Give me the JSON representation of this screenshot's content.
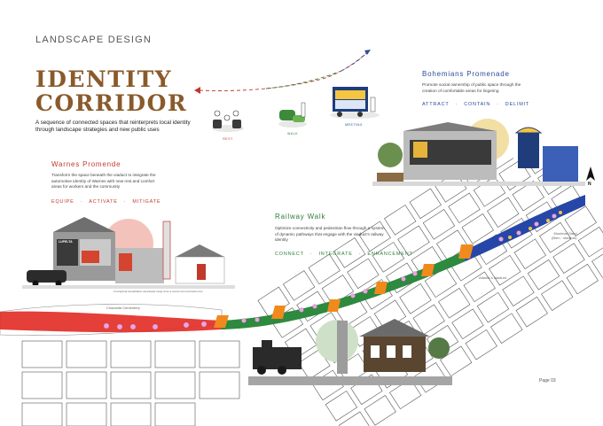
{
  "header": {
    "label": "LANDSCAPE DESIGN"
  },
  "title": {
    "line1": "IDENTITY",
    "line2": "CORRIDOR"
  },
  "subtitle": "A sequence of connected spaces that reinterprets local identity through landscape strategies and new public uses",
  "legend": {
    "rest": "REST",
    "walk": "WALK",
    "meeting": "MEETING"
  },
  "sections": {
    "bohemians": {
      "title": "Bohemians Promenade",
      "desc": "Promote social ownership of public space through the creation of comfortable areas for lingering",
      "keywords": [
        "ATTRACT",
        "CONTAIN",
        "DELIMIT"
      ]
    },
    "warnes": {
      "title": "Warnes Promende",
      "desc": "Transform the space beneath the viaduct to integrate the automotive identity of Warnes with new rest and comfort areas for workers and the community",
      "keywords": [
        "EQUIPE",
        "ACTIVATE",
        "MITIGATE"
      ]
    },
    "railway": {
      "title": "Railway Walk",
      "desc": "Optimize connectivity and pedestrian flow through a system of dynamic pathways that engage with the viaduct's railway identity",
      "keywords": [
        "CONNECT",
        "INTEGRATE",
        "ENHANCEMENT"
      ]
    }
  },
  "map_labels": {
    "chacarita": "Chacarita Cementery",
    "atlanta": "Atlanta´s stadium",
    "monimar_1": "Monimar Sand",
    "monimar_2": "(Bmn · stadium)"
  },
  "caption": "Conceptual visualization developed using AI as a visual communication tool",
  "signage": {
    "shop": "LUPELTA"
  },
  "page": "Page 03",
  "compass": "N",
  "colors": {
    "title": "#8a5a2b",
    "red": "#c0392b",
    "green": "#2f7d3a",
    "blue": "#2a4a9c",
    "orange": "#f08a1c",
    "pink_dot": "#e9a6e0"
  }
}
